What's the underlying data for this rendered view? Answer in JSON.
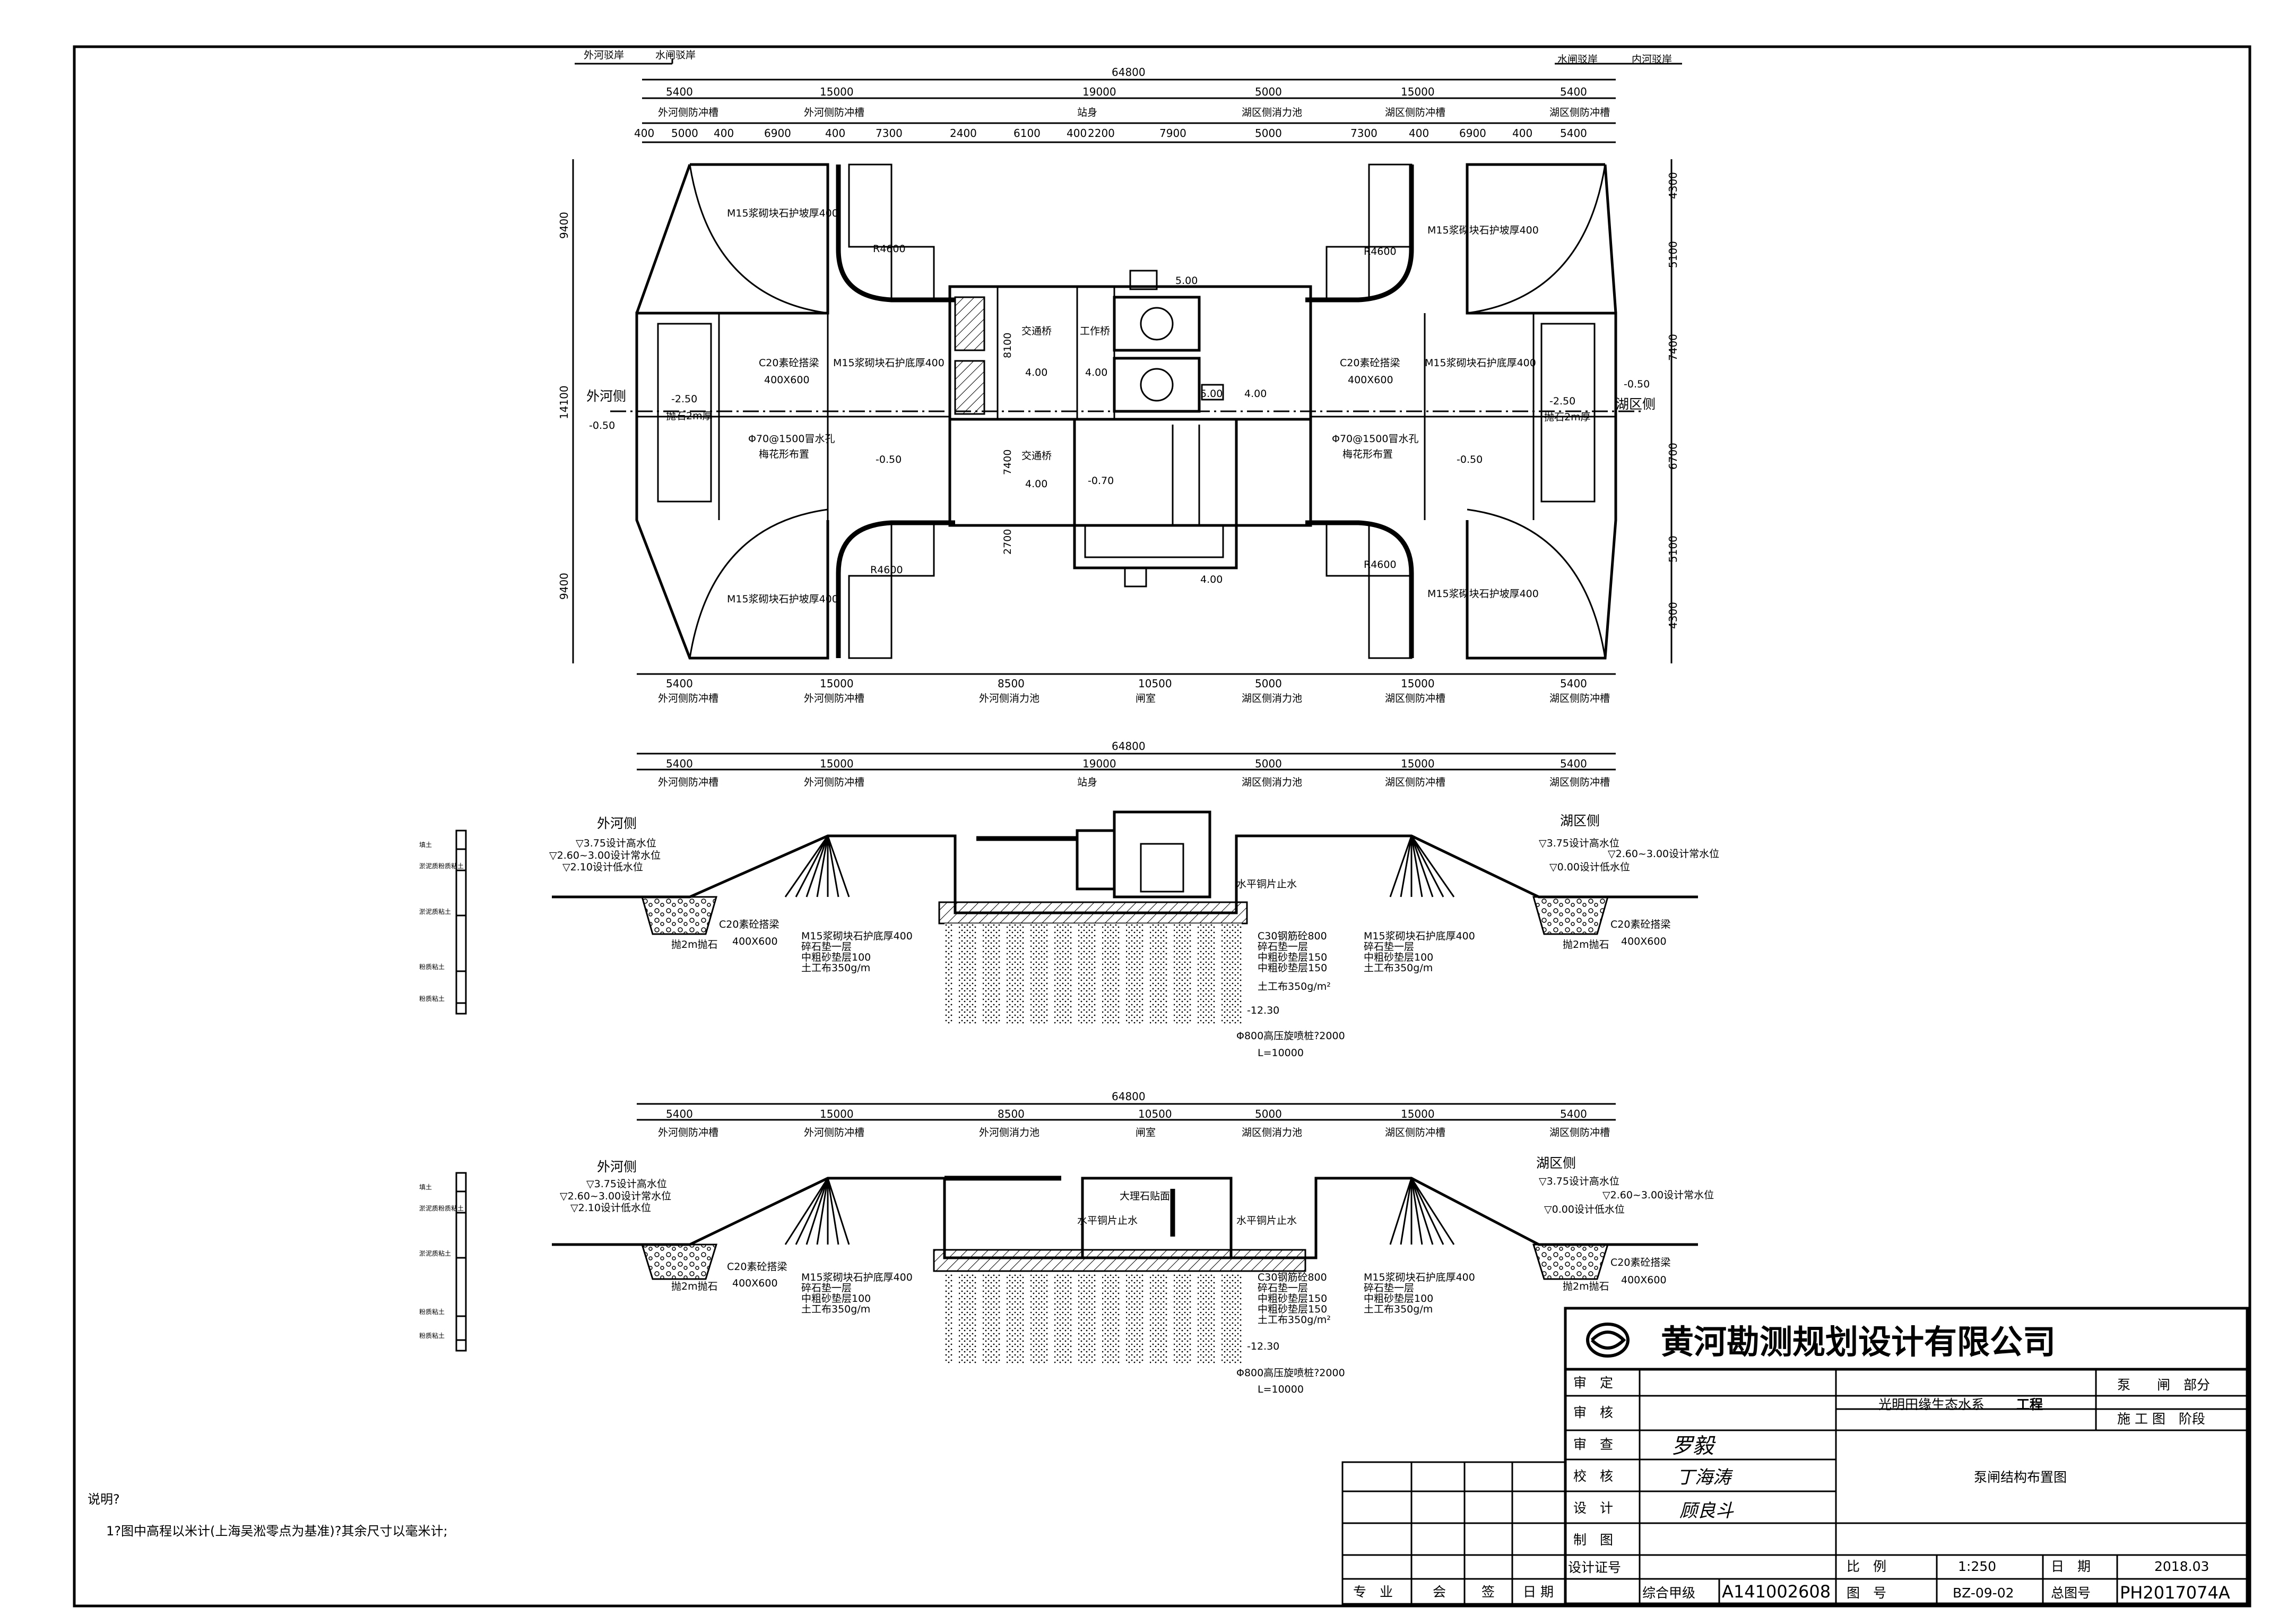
{
  "drawing": {
    "top_dims_outer": {
      "left_a": "外河驳岸",
      "left_b": "水闸驳岸",
      "right_a": "水闸驳岸",
      "right_b": "内河驳岸"
    },
    "total_length": "64800",
    "segments": [
      "5400",
      "15000",
      "19000",
      "5000",
      "15000",
      "5400"
    ],
    "segment_names": [
      "外河侧防冲槽",
      "外河侧防冲槽",
      "站身",
      "湖区侧消力池",
      "湖区侧防冲槽",
      "湖区侧防冲槽"
    ],
    "detail_dims": [
      "400",
      "5000",
      "400",
      "6900",
      "400",
      "7300",
      "2400",
      "6100",
      "400",
      "2200",
      "7900",
      "5000",
      "7300",
      "400",
      "6900",
      "400",
      "5400"
    ],
    "plan_bottom_segments": [
      "5400",
      "15000",
      "8500",
      "10500",
      "5000",
      "15000",
      "5400"
    ],
    "plan_bottom_names": [
      "外河侧防冲槽",
      "外河侧防冲槽",
      "外河侧消力池",
      "闸室",
      "湖区侧消力池",
      "湖区侧防冲槽",
      "湖区侧防冲槽"
    ],
    "left_dims": [
      "9400",
      "14100",
      "9400"
    ],
    "right_dims": [
      "4300",
      "5100",
      "7400",
      "6700",
      "5100",
      "4300"
    ],
    "plan_labels": {
      "outer_side": "外河侧",
      "inner_side": "湖区侧",
      "el_050": "-0.50",
      "el_250": "-2.50",
      "stone_2m": "抛石2m厚",
      "revetment": "M15浆砌块石护坡厚400",
      "bed": "M15浆砌块石护底厚400",
      "beam": "C20素砼搭梁",
      "beam_size": "400X600",
      "drain": "Φ70@1500冒水孔",
      "drain2": "梅花形布置",
      "r4600": "R4600",
      "el_400": "4.00",
      "el_500": "5.00",
      "bridge": "交通桥",
      "work_bridge": "工作桥",
      "el_070": "-0.70",
      "d8100": "8100",
      "d7400": "7400",
      "d2700": "2700"
    },
    "section_labels": {
      "outer": "外河侧",
      "inner": "湖区侧",
      "wl1": "▽3.75设计高水位",
      "wl2": "▽2.60~3.00设计常水位",
      "wl3": "▽2.10设计低水位",
      "wl4": "▽0.00设计低水位",
      "stop": "水平铜片止水",
      "c20": "C20素砼搭梁",
      "c20s": "400X600",
      "stone": "抛2m抛石",
      "layers_a": [
        "M15浆砌块石护底厚400",
        "碎石垫一层",
        "中粗砂垫层100",
        "土工布350g/m"
      ],
      "layers_b": [
        "C30钢筋砼800",
        "碎石垫一层",
        "中粗砂垫层150",
        "中粗砂垫层150",
        "土工布350g/m²"
      ],
      "pile": "Φ800高压旋喷桩?2000",
      "pile_l": "L=10000",
      "el_1230": "-12.30",
      "sluice": "大理石贴面"
    },
    "legend_labels": [
      "填土",
      "淤泥质粉质粘土",
      "淤泥质粘土",
      "粉质粘土",
      "粉质粘土"
    ]
  },
  "notes": {
    "title": "说明?",
    "line1": "1?图中高程以米计(上海吴淞零点为基准)?其余尺寸以毫米计;"
  },
  "title_block": {
    "company": "黄河勘测规划设计有限公司",
    "rows": [
      {
        "label": "审　定",
        "value": ""
      },
      {
        "label": "审　核",
        "value": ""
      },
      {
        "label": "审　查",
        "value": "罗毅"
      },
      {
        "label": "校　核",
        "value": "丁海涛"
      },
      {
        "label": "设　计",
        "value": "顾良斗"
      },
      {
        "label": "制　图",
        "value": ""
      },
      {
        "label": "设计证号",
        "value": ""
      }
    ],
    "project": "光明田缘生态水系",
    "project_suffix": "工程",
    "part": "泵　　闸　部分",
    "stage": "施 工 图　阶段",
    "drawing_name": "泵闸结构布置图",
    "scale_label": "比　例",
    "scale": "1:250",
    "date_label": "日　期",
    "date": "2018.03",
    "grade_label": "综合甲级",
    "cert": "A141002608",
    "no_label": "图　号",
    "no": "BZ-09-02",
    "total_label": "总图号",
    "total": "PH2017074A",
    "sign_cols": [
      "专　业",
      "会",
      "签",
      "日 期"
    ]
  },
  "colors": {
    "line": "#000000",
    "bg": "#ffffff"
  }
}
